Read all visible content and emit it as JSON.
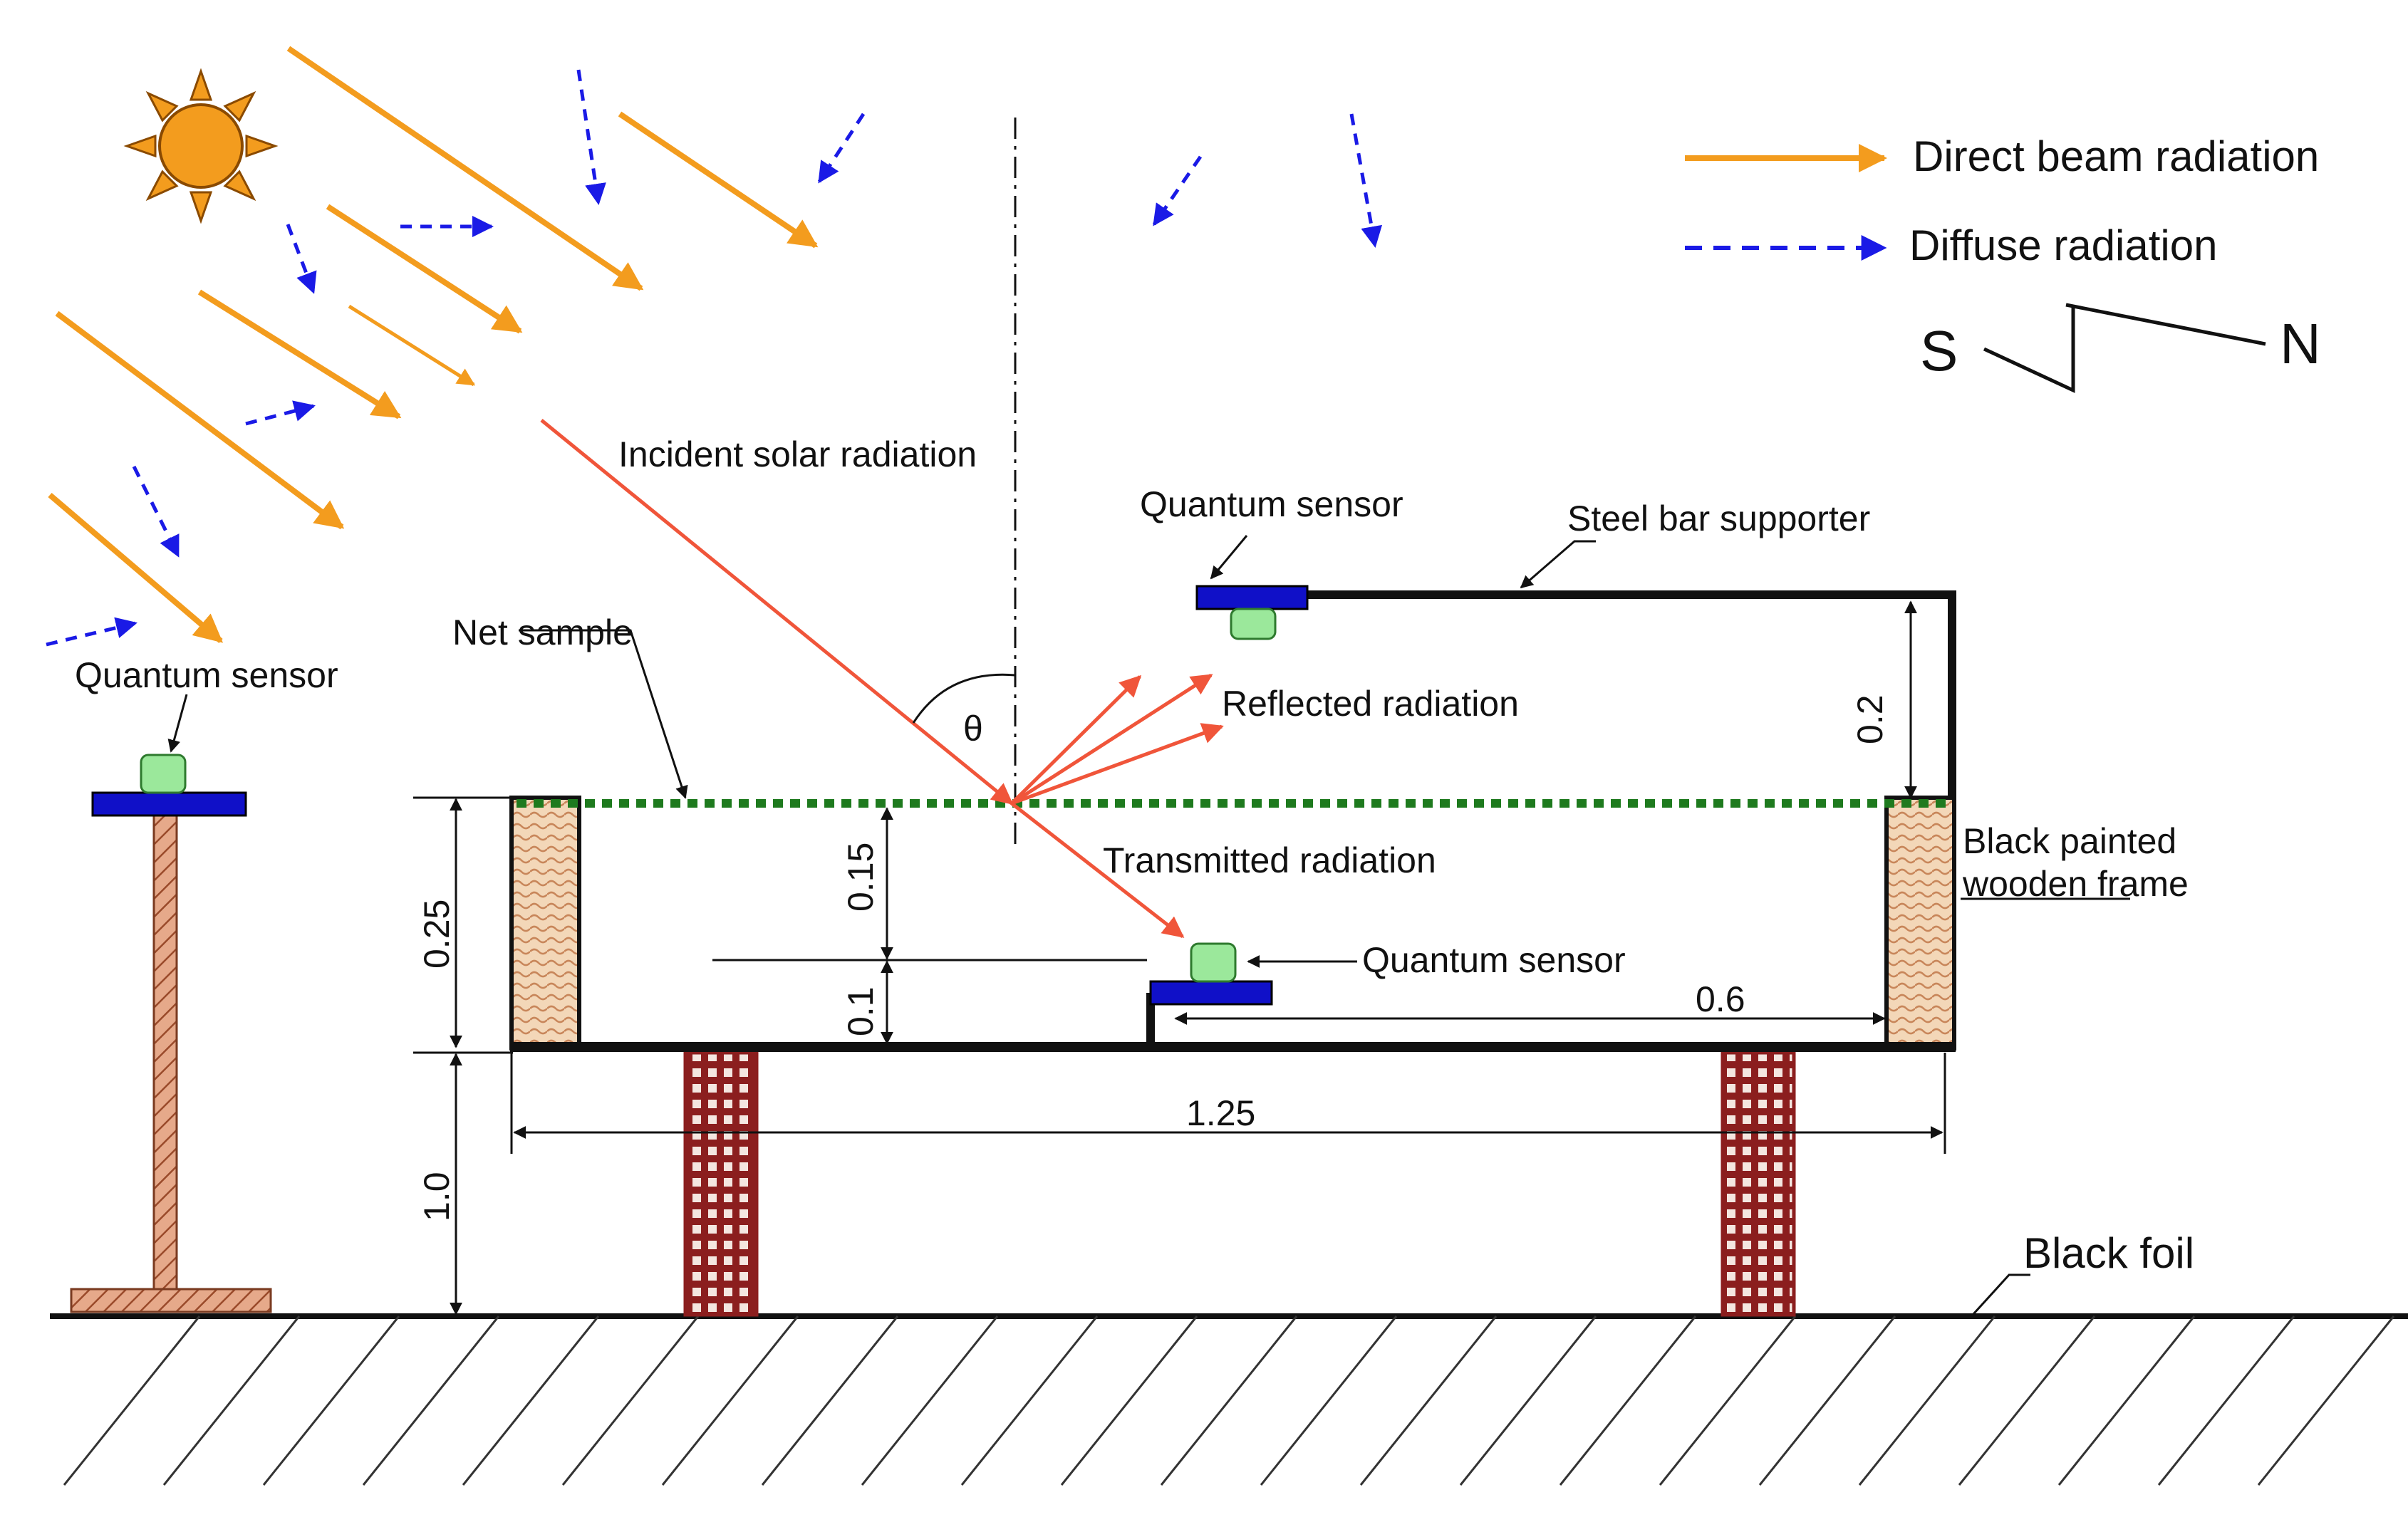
{
  "legend": {
    "direct_beam": "Direct beam radiation",
    "diffuse": "Diffuse radiation"
  },
  "compass": {
    "south": "S",
    "north": "N"
  },
  "labels": {
    "incident": "Incident solar radiation",
    "reflected": "Reflected radiation",
    "transmitted": "Transmitted radiation",
    "net_sample": "Net sample",
    "steel_bar": "Steel bar supporter",
    "frame_line1": "Black painted",
    "frame_line2": "wooden frame",
    "black_foil": "Black foil",
    "angle": "θ",
    "sensor_left": "Quantum sensor",
    "sensor_top": "Quantum sensor",
    "sensor_bottom": "Quantum sensor"
  },
  "dimensions": {
    "height_above_net": "0.2",
    "frame_height": "0.25",
    "sensor_to_net": "0.15",
    "sensor_height": "0.1",
    "sensor_offset": "0.6",
    "frame_width": "1.25",
    "stand_height": "1.0"
  },
  "colors": {
    "direct": "#F39C1E",
    "diffuse": "#1A1AE6",
    "incident": "#F0553A",
    "net": "#1E7A1E",
    "sensor_base": "#1010C8",
    "sensor_top": "#9BE89B",
    "wood": "#D2A07A",
    "brick": "#8B1E1E"
  },
  "icons": {
    "sun": "sun-icon"
  }
}
